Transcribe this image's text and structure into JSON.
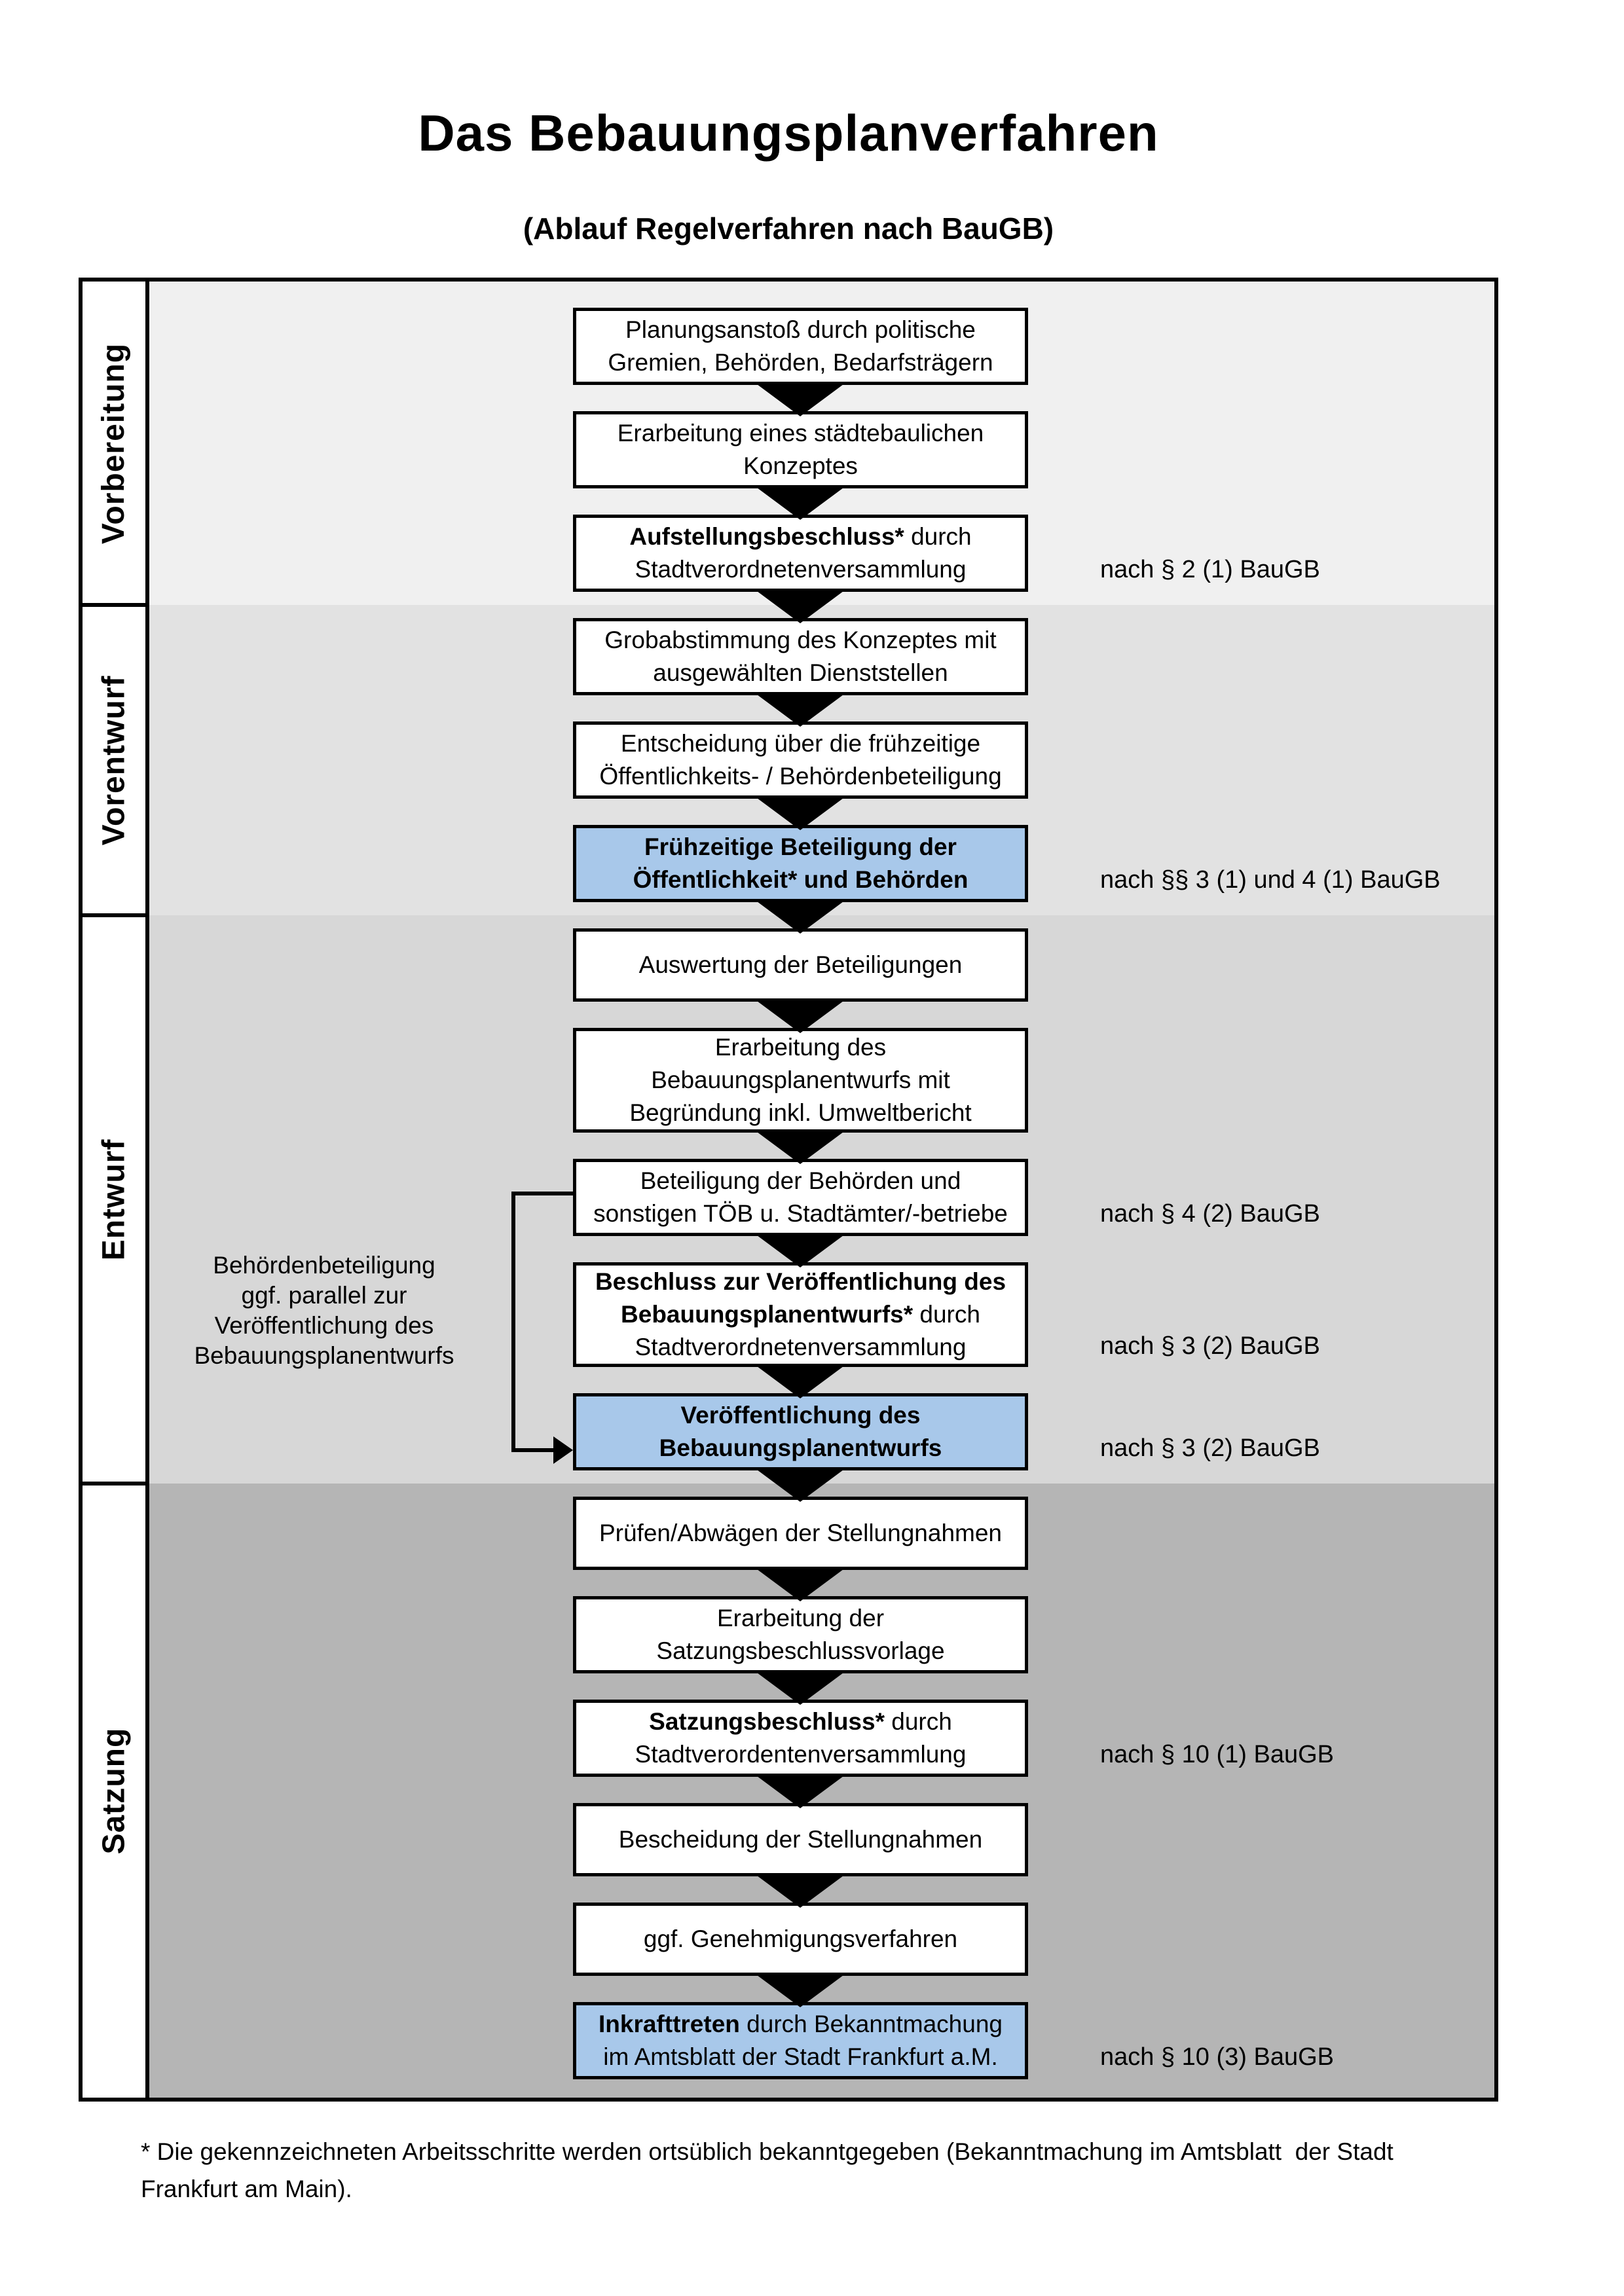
{
  "page": {
    "title": "Das Bebauungsplanverfahren",
    "subtitle": "(Ablauf Regelverfahren nach BauGB)",
    "footnote_line1": "* Die gekennzeichneten Arbeitsschritte werden ortsüblich bekanntgegeben (Bekanntmachung im Amtsblatt  der Stadt",
    "footnote_line2": "Frankfurt am Main)."
  },
  "phases": [
    {
      "label": "Vorbereitung"
    },
    {
      "label": "Vorentwurf"
    },
    {
      "label": "Entwurf"
    },
    {
      "label": "Satzung"
    }
  ],
  "flow": {
    "boxes": [
      {
        "id": "planungsanstoss",
        "highlight": false,
        "lines": [
          [
            {
              "t": "Planungsanstoß durch politische"
            }
          ],
          [
            {
              "t": "Gremien, Behörden, Bedarfsträgern"
            }
          ]
        ]
      },
      {
        "id": "konzept",
        "highlight": false,
        "lines": [
          [
            {
              "t": "Erarbeitung eines städtebaulichen"
            }
          ],
          [
            {
              "t": "Konzeptes"
            }
          ]
        ]
      },
      {
        "id": "aufstellungsbeschluss",
        "highlight": false,
        "lines": [
          [
            {
              "t": "Aufstellungsbeschluss*",
              "b": true
            },
            {
              "t": " durch"
            }
          ],
          [
            {
              "t": "Stadtverordnetenversammlung"
            }
          ]
        ]
      },
      {
        "id": "grobabstimmung",
        "highlight": false,
        "lines": [
          [
            {
              "t": "Grobabstimmung des Konzeptes mit"
            }
          ],
          [
            {
              "t": "ausgewählten Dienststellen"
            }
          ]
        ]
      },
      {
        "id": "entscheidung-beteiligung",
        "highlight": false,
        "lines": [
          [
            {
              "t": "Entscheidung über die frühzeitige"
            }
          ],
          [
            {
              "t": "Öffentlichkeits- / Behördenbeteiligung"
            }
          ]
        ]
      },
      {
        "id": "fruehzeitige-beteiligung",
        "highlight": true,
        "lines": [
          [
            {
              "t": "Frühzeitige Beteiligung der",
              "b": true
            }
          ],
          [
            {
              "t": "Öffentlichkeit* und Behörden",
              "b": true
            }
          ]
        ]
      },
      {
        "id": "auswertung",
        "highlight": false,
        "lines": [
          [
            {
              "t": "Auswertung der Beteiligungen"
            }
          ]
        ]
      },
      {
        "id": "erarbeitung-entwurf",
        "highlight": false,
        "lines": [
          [
            {
              "t": "Erarbeitung des"
            }
          ],
          [
            {
              "t": "Bebauungsplanentwurfs mit"
            }
          ],
          [
            {
              "t": "Begründung inkl. Umweltbericht"
            }
          ]
        ]
      },
      {
        "id": "behoerdenbeteiligung",
        "highlight": false,
        "lines": [
          [
            {
              "t": "Beteiligung der Behörden und"
            }
          ],
          [
            {
              "t": "sonstigen TÖB u. Stadtämter/-betriebe"
            }
          ]
        ]
      },
      {
        "id": "beschluss-veroeffentlichung",
        "highlight": false,
        "lines": [
          [
            {
              "t": "Beschluss zur Veröffentlichung des",
              "b": true
            }
          ],
          [
            {
              "t": "Bebauungsplanentwurfs*",
              "b": true
            },
            {
              "t": " durch"
            }
          ],
          [
            {
              "t": "Stadtverordnetenversammlung"
            }
          ]
        ]
      },
      {
        "id": "veroeffentlichung",
        "highlight": true,
        "lines": [
          [
            {
              "t": "Veröffentlichung des",
              "b": true
            }
          ],
          [
            {
              "t": "Bebauungsplanentwurfs",
              "b": true
            }
          ]
        ]
      },
      {
        "id": "pruefen-abwaegen",
        "highlight": false,
        "lines": [
          [
            {
              "t": "Prüfen/Abwägen der Stellungnahmen"
            }
          ]
        ]
      },
      {
        "id": "satzungsbeschlussvorlage",
        "highlight": false,
        "lines": [
          [
            {
              "t": "Erarbeitung der"
            }
          ],
          [
            {
              "t": "Satzungsbeschlussvorlage"
            }
          ]
        ]
      },
      {
        "id": "satzungsbeschluss",
        "highlight": false,
        "lines": [
          [
            {
              "t": "Satzungsbeschluss*",
              "b": true
            },
            {
              "t": " durch"
            }
          ],
          [
            {
              "t": "Stadtverordentenversammlung"
            }
          ]
        ]
      },
      {
        "id": "bescheidung",
        "highlight": false,
        "lines": [
          [
            {
              "t": "Bescheidung der Stellungnahmen"
            }
          ]
        ]
      },
      {
        "id": "genehmigungsverfahren",
        "highlight": false,
        "lines": [
          [
            {
              "t": "ggf. Genehmigungsverfahren"
            }
          ]
        ]
      },
      {
        "id": "inkrafttreten",
        "highlight": true,
        "lines": [
          [
            {
              "t": "Inkrafttreten",
              "b": true
            },
            {
              "t": " durch Bekanntmachung"
            }
          ],
          [
            {
              "t": "im Amtsblatt der Stadt Frankfurt a.M."
            }
          ]
        ]
      }
    ],
    "side_note": {
      "lines": [
        "Behördenbeteiligung",
        "ggf. parallel zur",
        "Veröffentlichung des",
        "Bebauungsplanentwurfs"
      ]
    },
    "annotations": [
      {
        "text": "nach § 2 (1) BauGB"
      },
      {
        "text": "nach §§ 3 (1) und 4 (1) BauGB"
      },
      {
        "text": "nach § 4 (2) BauGB"
      },
      {
        "text": "nach § 3 (2) BauGB"
      },
      {
        "text": "nach § 3 (2) BauGB"
      },
      {
        "text": "nach § 10 (1) BauGB"
      },
      {
        "text": "nach § 10 (3) BauGB"
      }
    ]
  },
  "colors": {
    "highlight_fill": "#a8c8ea",
    "bands": [
      "#f0f0f0",
      "#e2e2e2",
      "#d7d7d7",
      "#b5b5b5"
    ],
    "line": "#000000"
  }
}
